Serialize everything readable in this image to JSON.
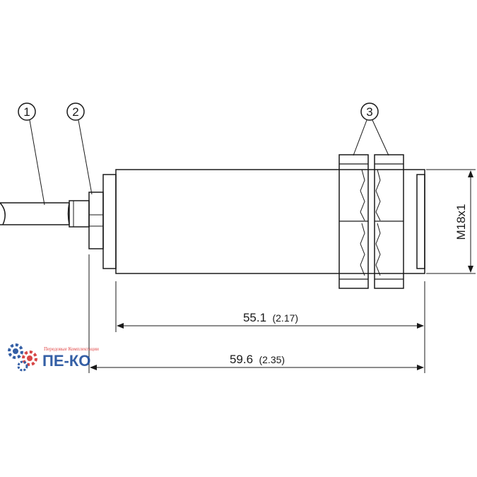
{
  "callouts": {
    "c1": "1",
    "c2": "2",
    "c3": "3"
  },
  "dimensions": {
    "thread": "M18x1",
    "length_short_mm": "55.1",
    "length_short_in": "(2.17)",
    "length_total_mm": "59.6",
    "length_total_in": "(2.35)"
  },
  "watermark": {
    "brand": "ПЕ-КО",
    "tagline": "Передовые Комплектации"
  },
  "colors": {
    "line": "#1a1a1a",
    "logo_blue": "#1f4e9c",
    "logo_red": "#d33333"
  }
}
